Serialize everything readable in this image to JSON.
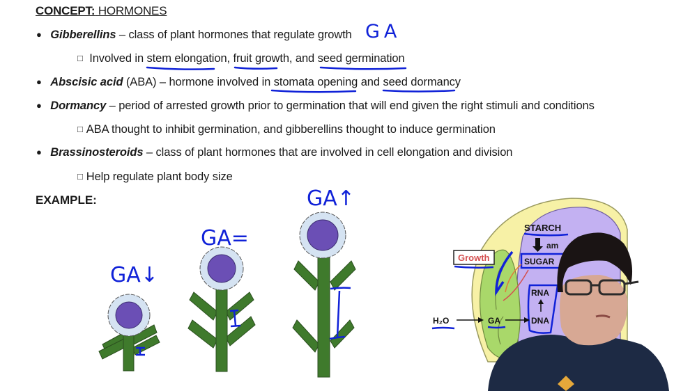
{
  "title": {
    "bold": "CONCEPT:",
    "rest": " HORMONES"
  },
  "bullets": [
    {
      "term": "Gibberellins",
      "text": " – class of plant hormones that regulate growth",
      "annotation": "GA",
      "sub": {
        "pre": "Involved in ",
        "u1": "stem elongation",
        "mid1": ", ",
        "u2": "fruit growth",
        "mid2": ", and ",
        "u3": "seed germination"
      }
    },
    {
      "term": "Abscisic acid",
      "text_pre": " (ABA) – hormone involved in ",
      "u1": "stomata opening",
      "mid": " and ",
      "u2": "seed dormancy"
    },
    {
      "term": "Dormancy",
      "text": " – period of arrested growth prior to germination that will end given the right stimuli and conditions",
      "sub": "ABA thought to inhibit germination, and gibberellins thought to induce germination"
    },
    {
      "term": "Brassinosteroids",
      "text": " – class of plant hormones that are involved in cell elongation and division",
      "sub": "Help regulate plant body size"
    }
  ],
  "example": {
    "label": "EXAMPLE:",
    "plants": [
      {
        "annotation": "GA↓",
        "size": "short"
      },
      {
        "annotation": "GA=",
        "size": "medium"
      },
      {
        "annotation": "GA↑",
        "size": "tall"
      }
    ],
    "seed_diagram": {
      "starch": "STARCH",
      "amylase_partial": "am",
      "sugar_partial": "SUGAR",
      "growth": "Growth",
      "rna": "RNA",
      "dna": "DNA",
      "ga": "GA",
      "water": "H₂O"
    }
  },
  "colors": {
    "ink_blue": "#1022d8",
    "stem_green": "#3f7a2c",
    "flower_center": "#6b4fb5",
    "petal": "#d5e3f2",
    "seed_outer": "#f7f1a6",
    "seed_inner": "#c3b1f2",
    "embryo": "#a9d86a",
    "growth_red": "#d45050"
  }
}
